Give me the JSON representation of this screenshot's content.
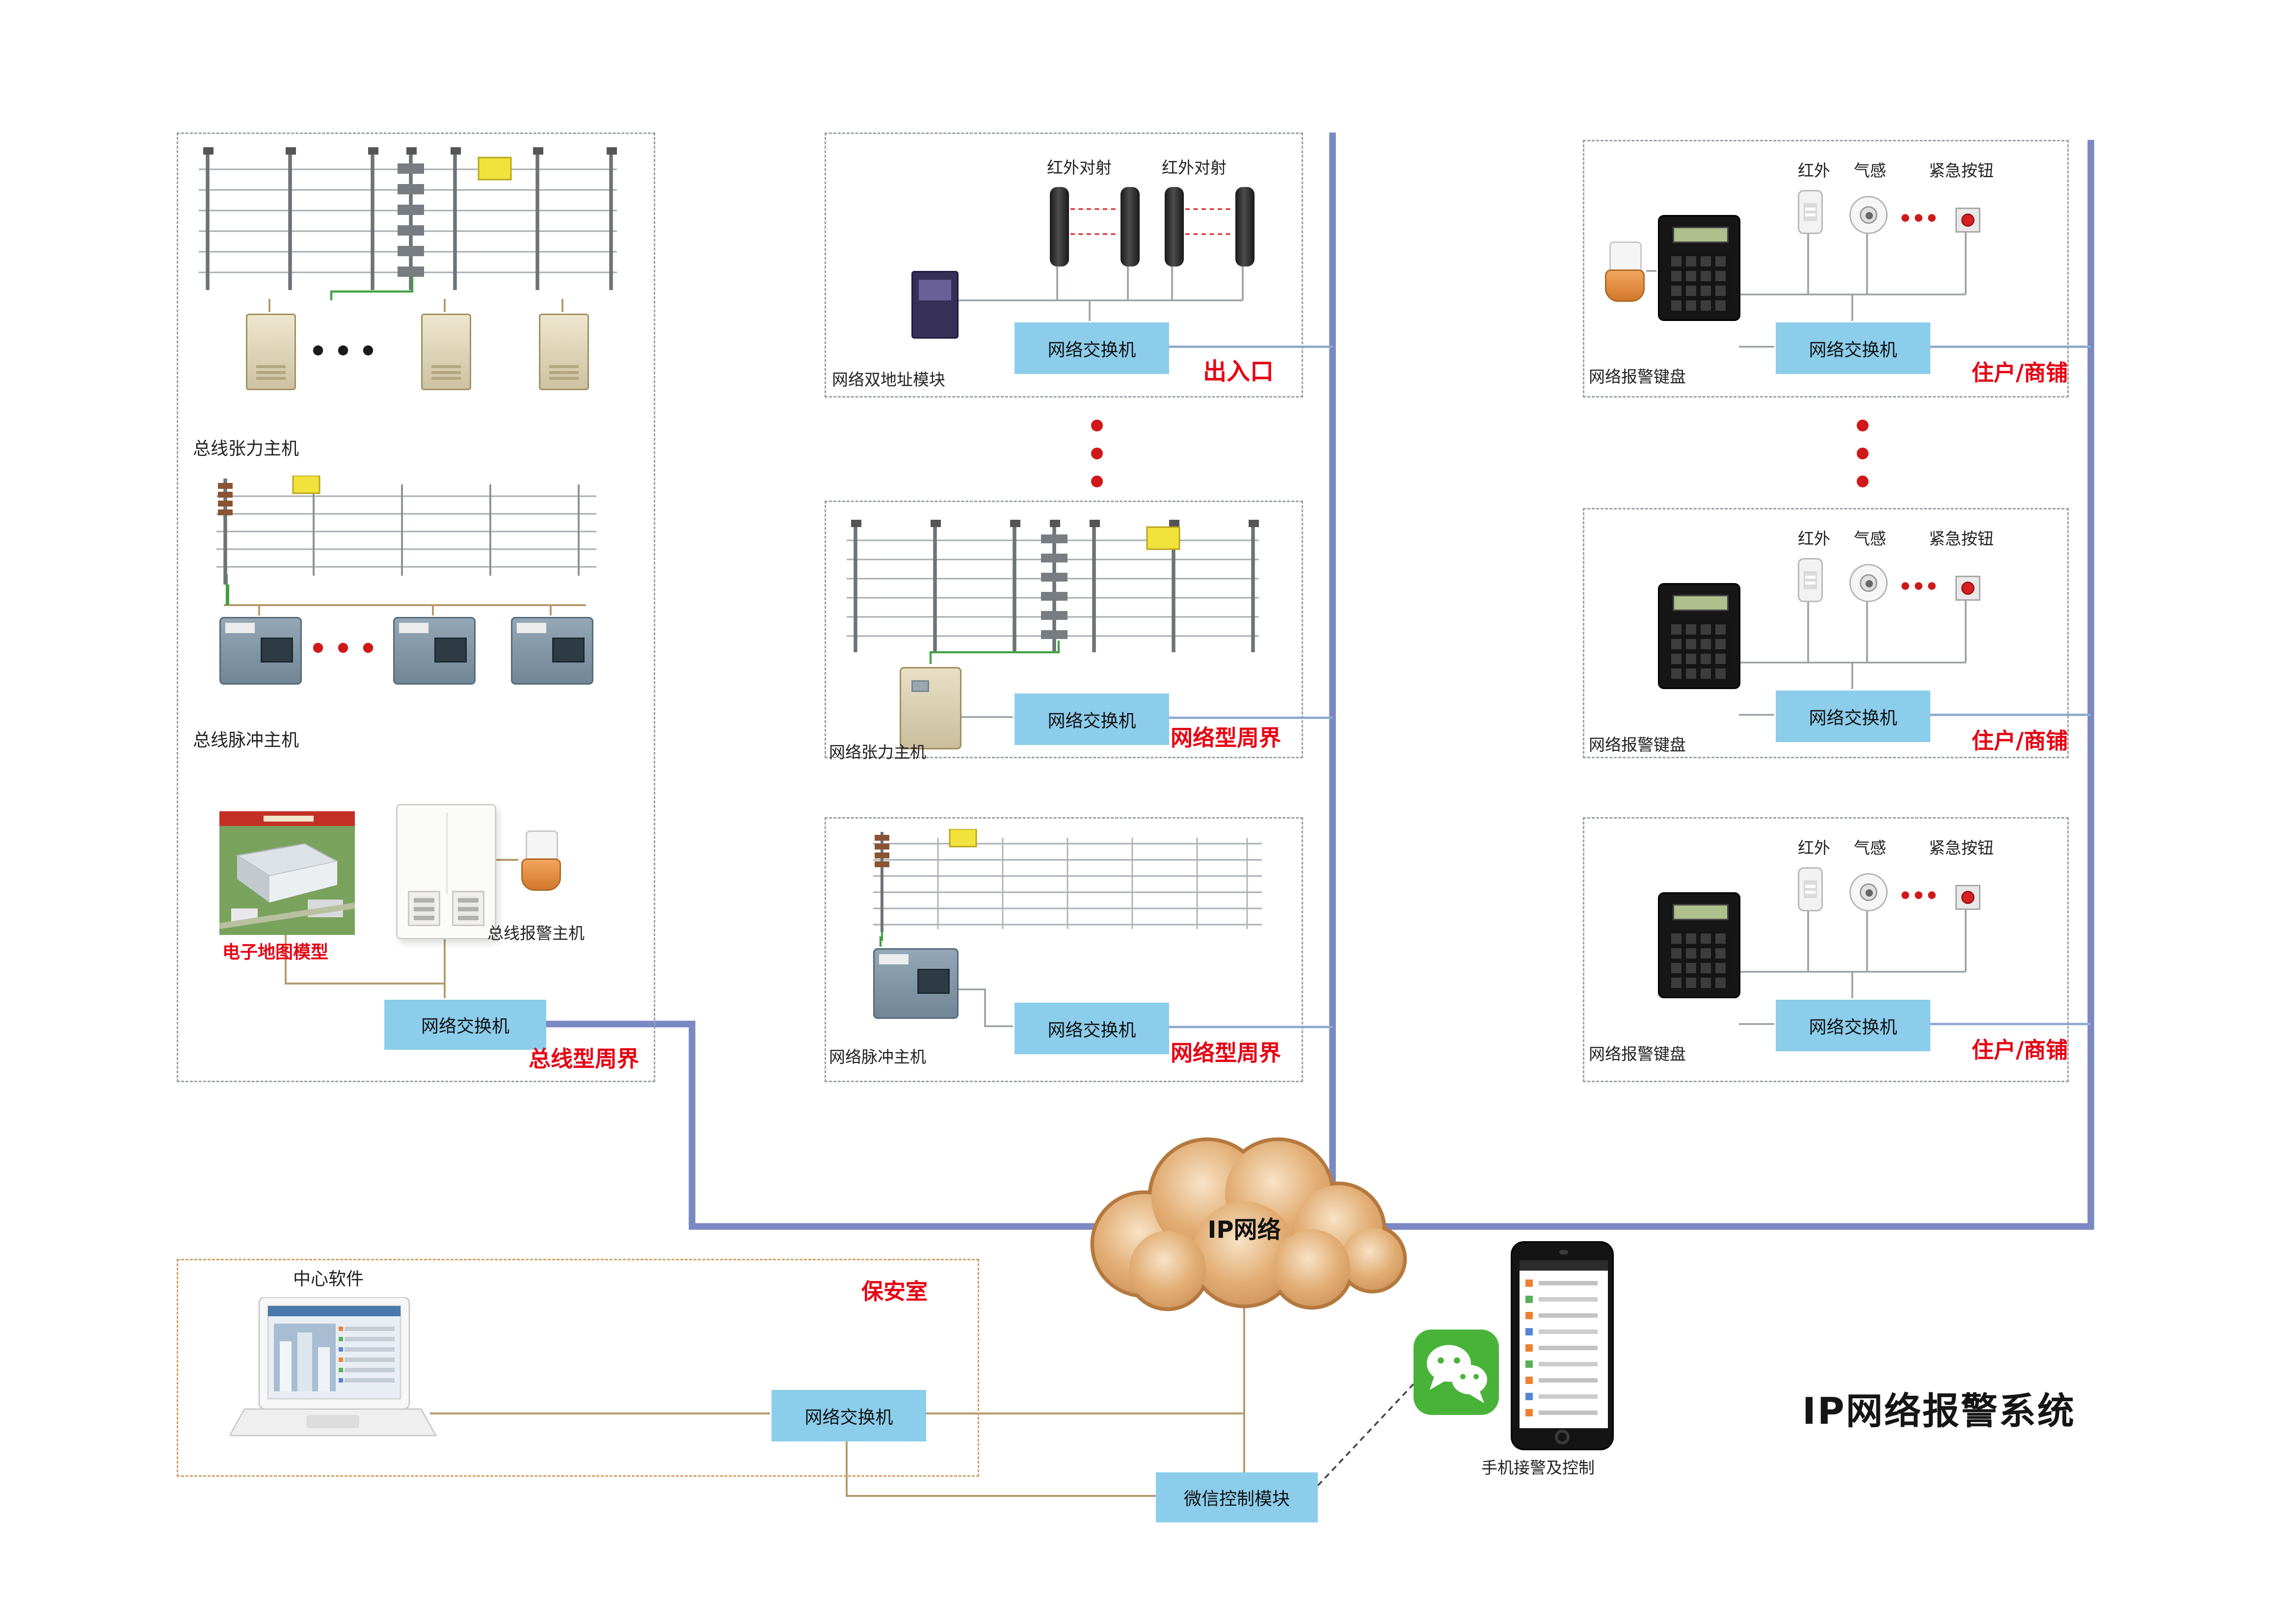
{
  "title": "IP网络报警系统",
  "cloud": {
    "label": "IP网络"
  },
  "bus_zone": {
    "zone_label": "总线型周界",
    "tension_host": "总线张力主机",
    "pulse_host": "总线脉冲主机",
    "map_model": "电子地图模型",
    "alarm_host": "总线报警主机",
    "switch": "网络交换机"
  },
  "entrance": {
    "zone_label": "出入口",
    "beam_left": "红外对射",
    "beam_right": "红外对射",
    "module": "网络双地址模块",
    "switch": "网络交换机"
  },
  "net_tension": {
    "zone_label": "网络型周界",
    "host": "网络张力主机",
    "switch": "网络交换机"
  },
  "net_pulse": {
    "zone_label": "网络型周界",
    "host": "网络脉冲主机",
    "switch": "网络交换机"
  },
  "residents": [
    {
      "zone_label": "住户/商铺",
      "ir": "红外",
      "gas": "气感",
      "panic": "紧急按钮",
      "keypad": "网络报警键盘",
      "switch": "网络交换机"
    },
    {
      "zone_label": "住户/商铺",
      "ir": "红外",
      "gas": "气感",
      "panic": "紧急按钮",
      "keypad": "网络报警键盘",
      "switch": "网络交换机"
    },
    {
      "zone_label": "住户/商铺",
      "ir": "红外",
      "gas": "气感",
      "panic": "紧急按钮",
      "keypad": "网络报警键盘",
      "switch": "网络交换机"
    }
  ],
  "security_room": {
    "zone_label": "保安室",
    "software": "中心软件",
    "switch": "网络交换机"
  },
  "wechat": {
    "module": "微信控制模块",
    "phone_caption": "手机接警及控制"
  },
  "colors": {
    "switch_bg": "#8bcdeb",
    "alert_red": "#e60012",
    "backbone_blue": "#7c88c3"
  }
}
